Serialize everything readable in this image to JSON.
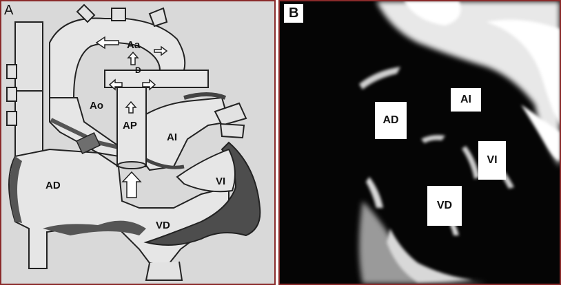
{
  "panel_a": {
    "letter": "A",
    "labels": {
      "aa": "Aa",
      "ao": "Ao",
      "ap": "AP",
      "ai": "AI",
      "ad": "AD",
      "vi": "VI",
      "vd": "VD",
      "d": "D"
    }
  },
  "panel_b": {
    "letter": "B",
    "labels": {
      "ad": "AD",
      "ai": "AI",
      "vi": "VI",
      "vd": "VD"
    }
  },
  "colors": {
    "panel_a_bg": "#d9d9d9",
    "panel_b_bg": "#050505",
    "wall_dark": "#555555",
    "border": "#8a2a2a"
  }
}
